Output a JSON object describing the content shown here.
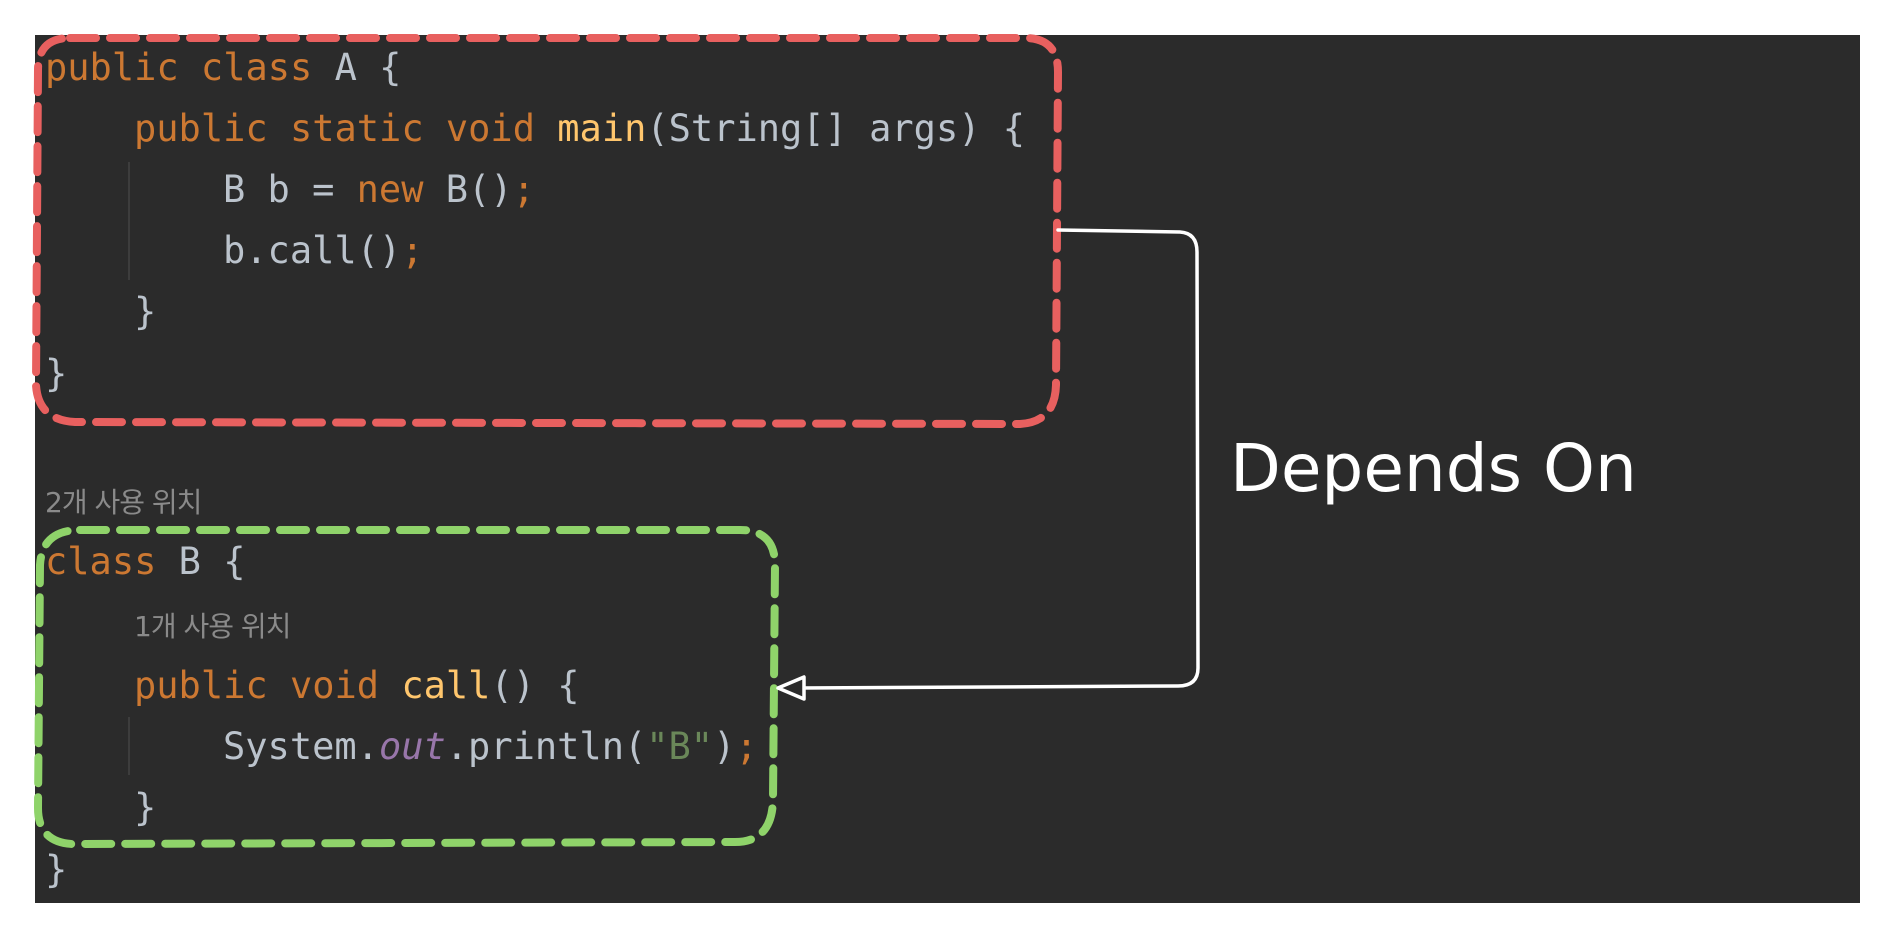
{
  "code": {
    "a_class_kw": "public class",
    "a_class_name": "A {",
    "main_public": "public",
    "main_static": "static",
    "main_void": "void",
    "main_name": "main",
    "main_params": "(String[] args) {",
    "line_b_decl": "B b = ",
    "line_b_new": "new",
    "line_b_ctor": " B()",
    "semicolon": ";",
    "line_call": "b.call()",
    "close_brace": "}",
    "usage_hint_2": "2개 사용 위치",
    "b_class_kw": "class",
    "b_class_name": "B {",
    "usage_hint_1": "1개 사용 위치",
    "call_public": "public",
    "call_void": "void",
    "call_name": "call",
    "call_params": "() {",
    "sys_prefix": "System.",
    "sys_out": "out",
    "sys_println": ".println(",
    "sys_string": "\"B\"",
    "sys_close": ")"
  },
  "annotation": {
    "label": "Depends On"
  },
  "colors": {
    "editor_bg": "#2b2b2b",
    "box_a": "#e8605f",
    "box_b": "#8fd36a",
    "arrow": "#ffffff"
  }
}
